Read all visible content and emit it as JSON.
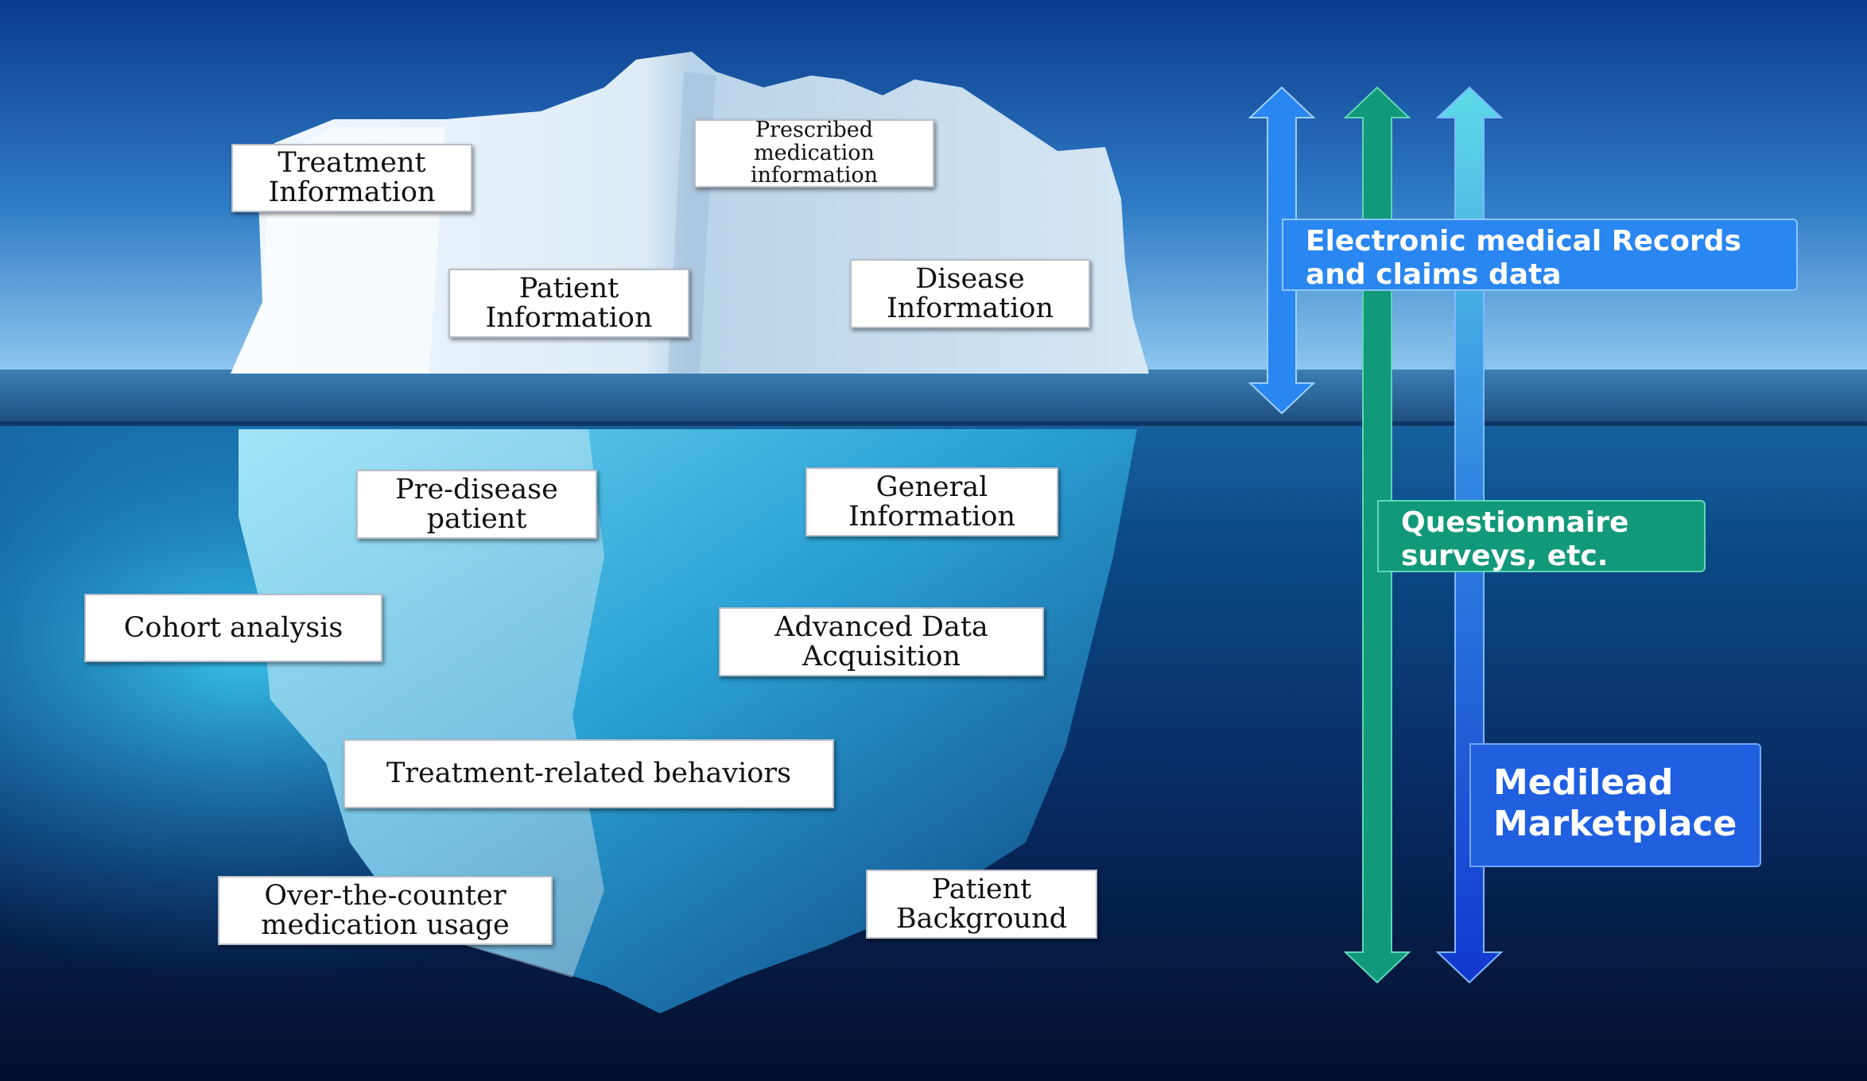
{
  "above_water_labels": [
    {
      "id": "treatment-information",
      "text": "Treatment\nInformation"
    },
    {
      "id": "prescribed-medication",
      "text": "Prescribed medication\ninformation"
    },
    {
      "id": "patient-information",
      "text": "Patient\nInformation"
    },
    {
      "id": "disease-information",
      "text": "Disease\nInformation"
    }
  ],
  "underwater_labels": [
    {
      "id": "pre-disease-patient",
      "text": "Pre-disease\npatient"
    },
    {
      "id": "general-information",
      "text": "General\nInformation"
    },
    {
      "id": "cohort-analysis",
      "text": "Cohort analysis"
    },
    {
      "id": "advanced-data-acquisition",
      "text": "Advanced Data\nAcquisition"
    },
    {
      "id": "treatment-related-behaviors",
      "text": "Treatment-related behaviors"
    },
    {
      "id": "otc-medication-usage",
      "text": "Over-the-counter\nmedication usage"
    },
    {
      "id": "patient-background",
      "text": "Patient\nBackground"
    }
  ],
  "data_sources": [
    {
      "id": "emr-claims",
      "text": "Electronic medical Records\nand claims data",
      "color": "#2a86f0"
    },
    {
      "id": "questionnaire",
      "text": "Questionnaire\nsurveys, etc.",
      "color": "#12997a"
    },
    {
      "id": "marketplace",
      "text": "Medilead\nMarketplace",
      "color": "#1f5fe0"
    }
  ],
  "colors": {
    "sky_top": "#0a3b8c",
    "sky_horizon": "#6fb6e6",
    "sea_surface": "#2d6a9a",
    "deep_water": "#061a42",
    "ice": "#e6f1fa",
    "ice_underwater": "#3fb6dd"
  }
}
